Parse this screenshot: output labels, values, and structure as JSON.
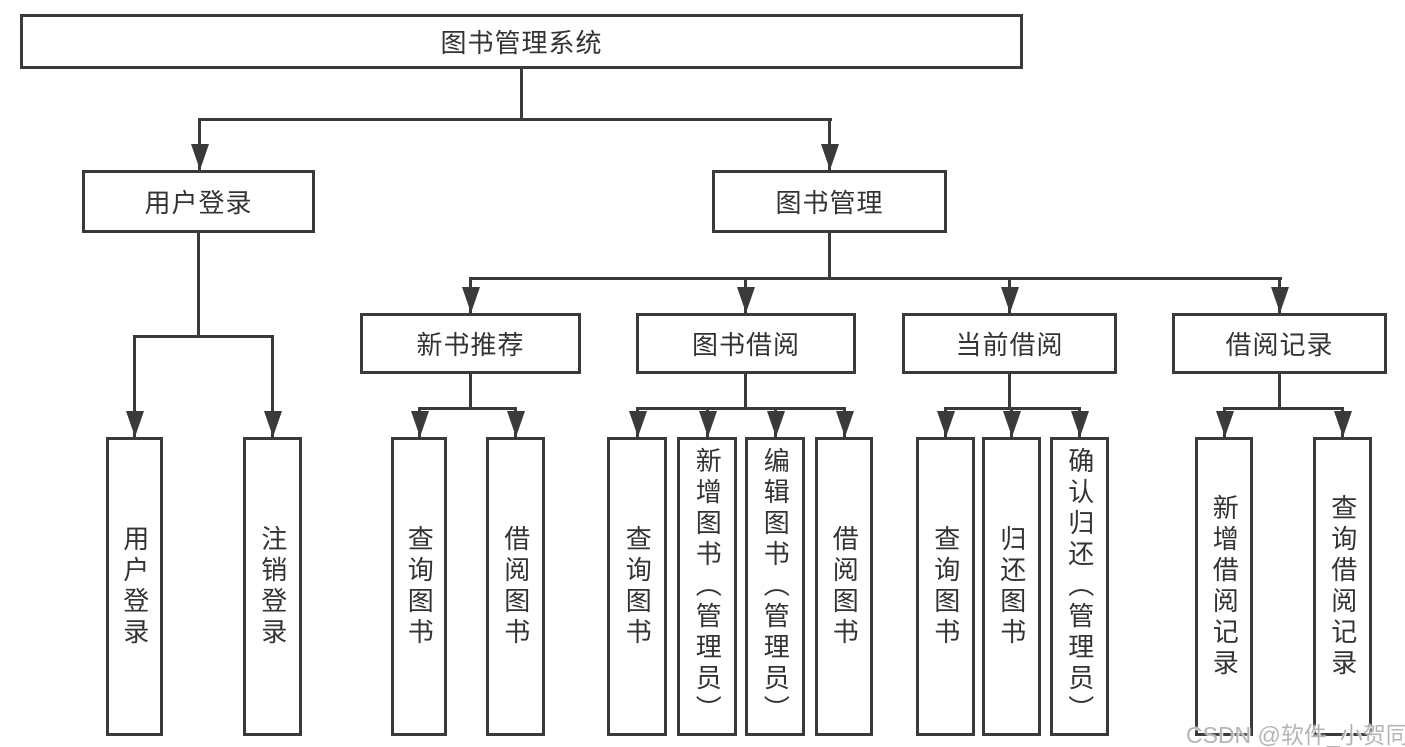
{
  "diagram": {
    "root": {
      "label": "图书管理系统"
    },
    "branches": [
      {
        "label": "用户登录",
        "children": [
          {
            "label": "用户登录"
          },
          {
            "label": "注销登录"
          }
        ]
      },
      {
        "label": "图书管理",
        "children": [
          {
            "label": "新书推荐",
            "children": [
              {
                "label": "查询图书"
              },
              {
                "label": "借阅图书"
              }
            ]
          },
          {
            "label": "图书借阅",
            "children": [
              {
                "label": "查询图书"
              },
              {
                "label": "新增图书（管理员）"
              },
              {
                "label": "编辑图书（管理员）"
              },
              {
                "label": "借阅图书"
              }
            ]
          },
          {
            "label": "当前借阅",
            "children": [
              {
                "label": "查询图书"
              },
              {
                "label": "归还图书"
              },
              {
                "label": "确认归还（管理员）"
              }
            ]
          },
          {
            "label": "借阅记录",
            "children": [
              {
                "label": "新增借阅记录"
              },
              {
                "label": "查询借阅记录"
              }
            ]
          }
        ]
      }
    ]
  },
  "watermark": {
    "text": "CSDN @软件_小贺同学"
  },
  "colors": {
    "line": "#3a3a3a",
    "text": "#333333",
    "watermark_gray": "#b5b5b5",
    "background": "#ffffff"
  }
}
